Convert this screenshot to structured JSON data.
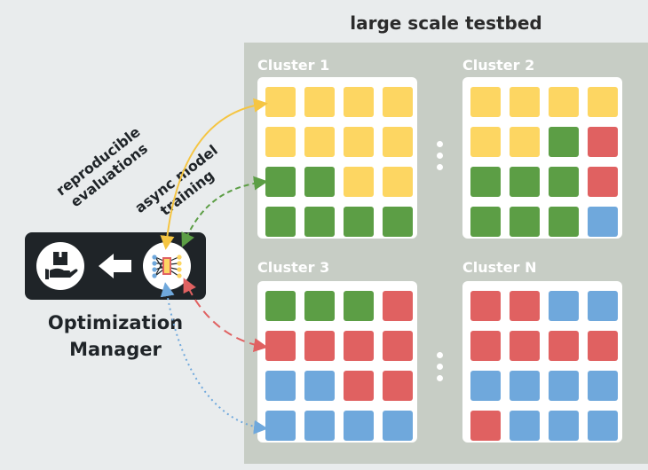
{
  "testbed_title": "large scale testbed",
  "clusters": [
    {
      "label": "Cluster 1",
      "rows": [
        [
          "y",
          "y",
          "y",
          "y"
        ],
        [
          "y",
          "y",
          "y",
          "y"
        ],
        [
          "g",
          "g",
          "y",
          "y"
        ],
        [
          "g",
          "g",
          "g",
          "g"
        ]
      ]
    },
    {
      "label": "Cluster 2",
      "rows": [
        [
          "y",
          "y",
          "y",
          "y"
        ],
        [
          "y",
          "y",
          "g",
          "r"
        ],
        [
          "g",
          "g",
          "g",
          "r"
        ],
        [
          "g",
          "g",
          "g",
          "b"
        ]
      ]
    },
    {
      "label": "Cluster 3",
      "rows": [
        [
          "g",
          "g",
          "g",
          "r"
        ],
        [
          "r",
          "r",
          "r",
          "r"
        ],
        [
          "b",
          "b",
          "r",
          "r"
        ],
        [
          "b",
          "b",
          "b",
          "b"
        ]
      ]
    },
    {
      "label": "Cluster N",
      "rows": [
        [
          "r",
          "r",
          "b",
          "b"
        ],
        [
          "r",
          "r",
          "r",
          "r"
        ],
        [
          "b",
          "b",
          "b",
          "b"
        ],
        [
          "r",
          "b",
          "b",
          "b"
        ]
      ]
    }
  ],
  "colors": {
    "y": "#fdd662",
    "g": "#5c9e45",
    "r": "#e06161",
    "b": "#6fa8dc"
  },
  "manager": {
    "label_line1": "Optimization",
    "label_line2": "Manager"
  },
  "annotations": {
    "reproducible_line1": "reproducible",
    "reproducible_line2": "evaluations",
    "async_line1": "async model",
    "async_line2": "training"
  },
  "icons": [
    "package-in-hand-icon",
    "arrow-left-icon",
    "neural-network-chip-icon"
  ]
}
